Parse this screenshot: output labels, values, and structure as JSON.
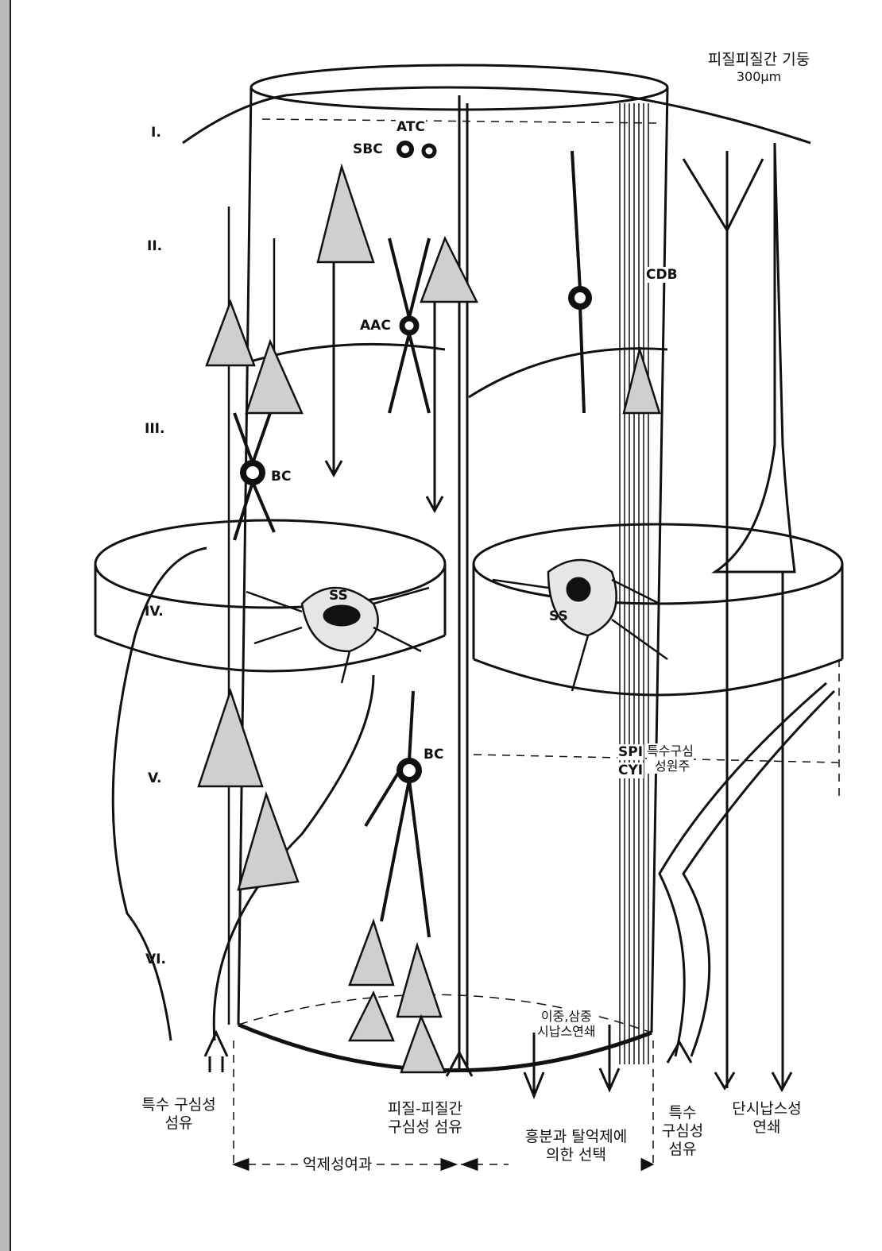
{
  "title": {
    "line1": "피질피질간 기둥",
    "line2": "300μm"
  },
  "layers": [
    "I.",
    "II.",
    "III.",
    "IV.",
    "V.",
    "VI."
  ],
  "cells": {
    "atc": "ATC",
    "sbc": "SBC",
    "aac": "AAC",
    "cdb": "CDB",
    "bc_upper": "BC",
    "bc_lower": "BC",
    "ss_left": "SS",
    "ss_right": "SS",
    "spi": "SPI",
    "cyi": "CYI"
  },
  "annotations": {
    "specific_column_1": "특수구심",
    "specific_column_2": "성원주",
    "multi_synapse_1": "이중,삼중",
    "multi_synapse_2": "시납스연쇄"
  },
  "bottom_labels": {
    "specific_afferent_left_1": "특수 구심성",
    "specific_afferent_left_2": "섬유",
    "cc_afferent_1": "피질-피질간",
    "cc_afferent_2": "구심성 섬유",
    "specific_afferent_right_1": "특수",
    "specific_afferent_right_2": "구심성",
    "specific_afferent_right_3": "섬유",
    "monosynaptic_1": "단시납스성",
    "monosynaptic_2": "연쇄",
    "inhibitory_surround": "억제성여과",
    "selection_1": "흥분과 탈억제에",
    "selection_2": "의한 선택"
  }
}
